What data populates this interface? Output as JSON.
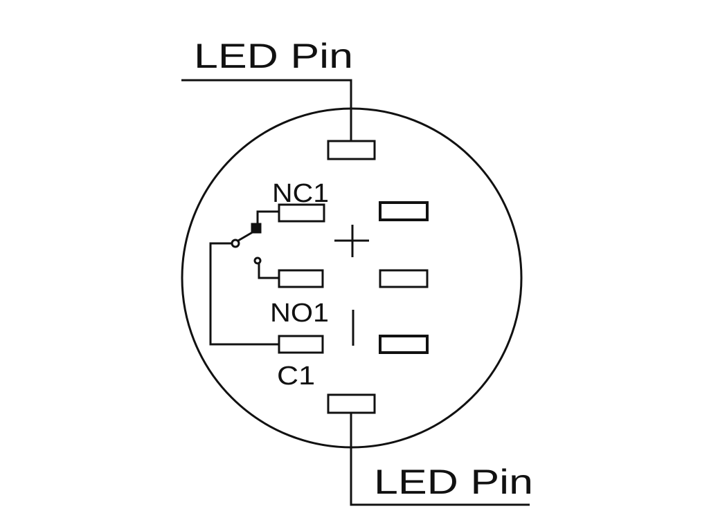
{
  "labels": {
    "led_pin_top": "LED Pin",
    "led_pin_bottom": "LED Pin",
    "nc1": "NC1",
    "no1": "NO1",
    "c1": "C1",
    "plus": "+",
    "minus": "|"
  },
  "colors": {
    "line": "#111111",
    "background": "#ffffff"
  }
}
